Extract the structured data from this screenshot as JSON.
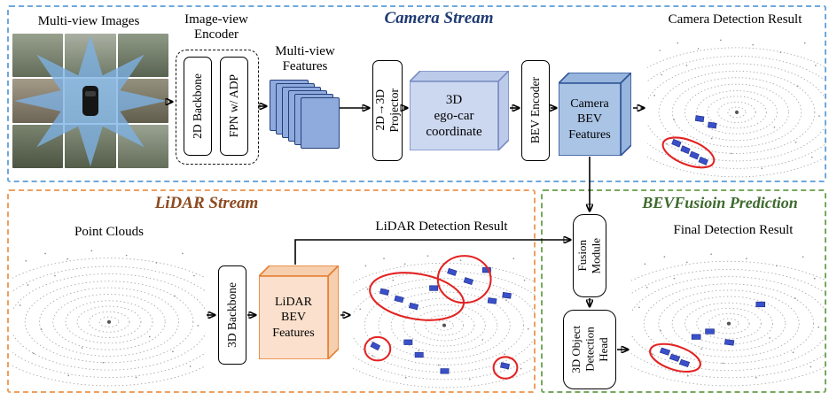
{
  "diagram": {
    "camera": {
      "title": "Camera Stream",
      "multiview_images_label": "Multi-view Images",
      "image_view_encoder_label": "Image-view Encoder",
      "backbone_2d": "2D Backbone",
      "fpn_adp": "FPN w/ ADP",
      "multiview_features_label": "Multi-view Features",
      "projector": [
        "2D→3D",
        "Projector"
      ],
      "ego_car": [
        "3D",
        "ego-car",
        "coordinate"
      ],
      "bev_encoder": "BEV Encoder",
      "camera_bev": [
        "Camera",
        "BEV",
        "Features"
      ],
      "detection_result_label": "Camera Detection Result"
    },
    "lidar": {
      "title": "LiDAR Stream",
      "point_clouds_label": "Point Clouds",
      "backbone_3d": "3D Backbone",
      "lidar_bev": [
        "LiDAR",
        "BEV",
        "Features"
      ],
      "detection_result_label": "LiDAR Detection Result"
    },
    "fusion": {
      "title": "BEVFusioin Prediction",
      "fusion_module": [
        "Fusion",
        "Module"
      ],
      "detection_head": [
        "3D Object",
        "Detection",
        "Head"
      ],
      "final_result_label": "Final Detection Result"
    },
    "colors": {
      "camera_accent": "#6fa8dc",
      "camera_title": "#1f3b73",
      "lidar_accent": "#eda060",
      "lidar_title": "#8d4a1f",
      "fusion_accent": "#76a85e",
      "fusion_title": "#3e6a2e",
      "camera_feature_box_fill": "#aac4e6",
      "ego_box_fill": "#ccd8f0",
      "lidar_feature_box_fill": "#fbe0cd",
      "detection_box_blue": "#3a50c9",
      "highlight_red": "#e32222"
    }
  }
}
